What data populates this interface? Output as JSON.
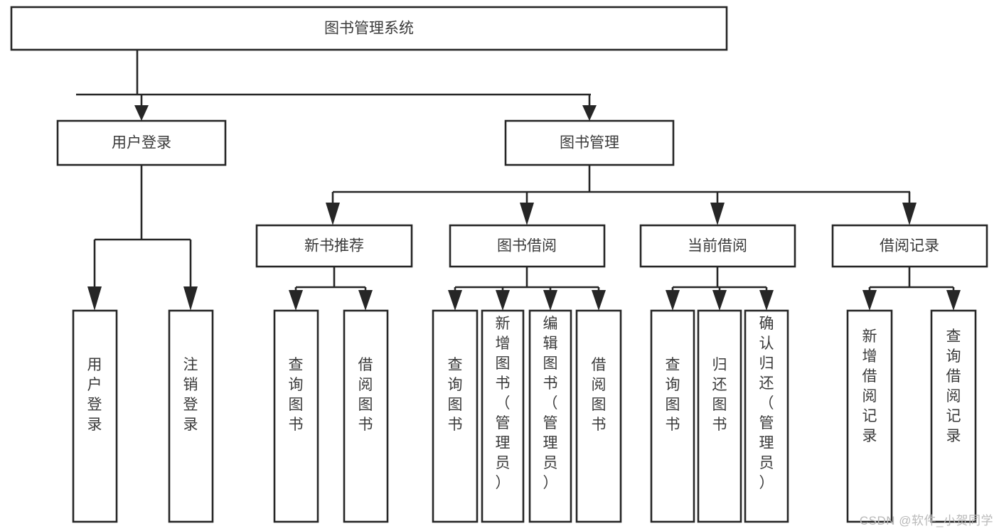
{
  "diagram": {
    "type": "tree-hierarchy",
    "title": "图书管理系统",
    "watermark": "CSDN @软件_小贺同学",
    "colors": {
      "box_stroke": "#262626",
      "box_fill": "#ffffff",
      "text": "#3a3a3a",
      "background": "#ffffff",
      "watermark": "#b9b9b9"
    },
    "nodes": {
      "root": {
        "label": "图书管理系统",
        "orientation": "horizontal"
      },
      "level2": [
        {
          "id": "user-login",
          "label": "用户登录",
          "orientation": "horizontal"
        },
        {
          "id": "book-manage",
          "label": "图书管理",
          "orientation": "horizontal"
        }
      ],
      "level3": [
        {
          "id": "new-book-recommend",
          "label": "新书推荐",
          "orientation": "horizontal"
        },
        {
          "id": "book-borrow",
          "label": "图书借阅",
          "orientation": "horizontal"
        },
        {
          "id": "current-borrow",
          "label": "当前借阅",
          "orientation": "horizontal"
        },
        {
          "id": "borrow-record",
          "label": "借阅记录",
          "orientation": "horizontal"
        }
      ],
      "leaves": {
        "user-login": [
          {
            "id": "leaf-user-login",
            "label": "用户登录",
            "orientation": "vertical"
          },
          {
            "id": "leaf-logout",
            "label": "注销登录",
            "orientation": "vertical"
          }
        ],
        "new-book-recommend": [
          {
            "id": "leaf-query-book-1",
            "label": "查询图书",
            "orientation": "vertical"
          },
          {
            "id": "leaf-borrow-book-1",
            "label": "借阅图书",
            "orientation": "vertical"
          }
        ],
        "book-borrow": [
          {
            "id": "leaf-query-book-2",
            "label": "查询图书",
            "orientation": "vertical"
          },
          {
            "id": "leaf-add-book",
            "label": "新增图书（管理员）",
            "orientation": "vertical"
          },
          {
            "id": "leaf-edit-book",
            "label": "编辑图书（管理员）",
            "orientation": "vertical"
          },
          {
            "id": "leaf-borrow-book-2",
            "label": "借阅图书",
            "orientation": "vertical"
          }
        ],
        "current-borrow": [
          {
            "id": "leaf-query-book-3",
            "label": "查询图书",
            "orientation": "vertical"
          },
          {
            "id": "leaf-return-book",
            "label": "归还图书",
            "orientation": "vertical"
          },
          {
            "id": "leaf-confirm-return",
            "label": "确认归还（管理员）",
            "orientation": "vertical"
          }
        ],
        "borrow-record": [
          {
            "id": "leaf-add-record",
            "label": "新增借阅记录",
            "orientation": "vertical"
          },
          {
            "id": "leaf-query-record",
            "label": "查询借阅记录",
            "orientation": "vertical"
          }
        ]
      }
    }
  }
}
